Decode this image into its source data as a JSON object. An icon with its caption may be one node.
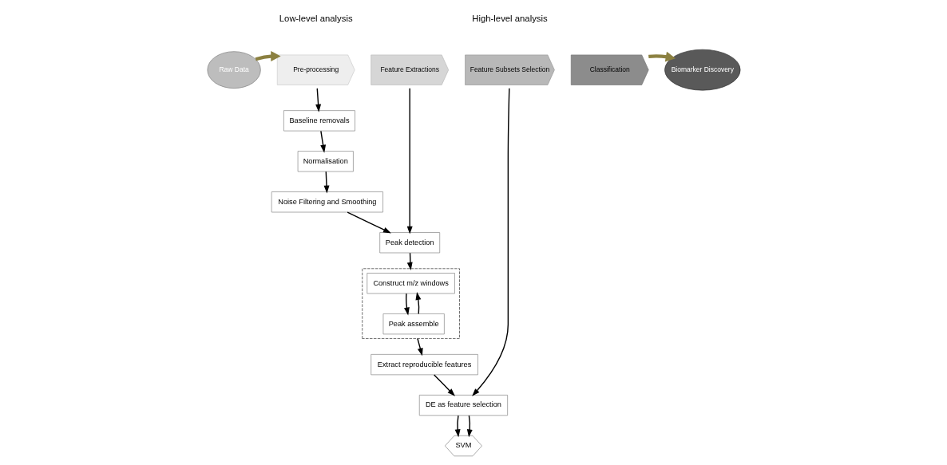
{
  "diagram": {
    "nodes": [
      {
        "text": [
          "Raw Data"
        ]
      },
      {
        "text": [
          "Pre-processing"
        ]
      },
      {
        "text": [
          "Feature Extractions"
        ]
      },
      {
        "text": [
          "Feature Subsets Selection"
        ]
      },
      {
        "text": [
          "Classification"
        ]
      },
      {
        "text": [
          "Biomarker Discovery"
        ]
      },
      {
        "text": [
          "Baseline removals"
        ]
      },
      {
        "text": [
          "Normalisation"
        ]
      },
      {
        "text": [
          "Noise Filtering and Smoothing"
        ]
      },
      {
        "text": [
          "Peak detection"
        ]
      },
      {
        "text": [],
        "shape": "box"
      },
      {
        "text": [
          "Construct m/z windows"
        ],
        "in": 10
      },
      {
        "text": [
          "Peak assemble"
        ],
        "in": 10
      },
      {
        "text": [
          "Extract reproducible features"
        ]
      },
      {
        "text": [
          "DE as feature selection"
        ]
      },
      {
        "text": [
          "SVM"
        ]
      }
    ],
    "edges": [
      {
        "from": 0,
        "to": 1,
        "arrow": "to",
        "style": "thick",
        "color": "#8b8040"
      },
      {
        "from": 4,
        "to": 5,
        "arrow": "to",
        "style": "thick",
        "color": "#8b8040"
      },
      {
        "from": 1,
        "to": 6,
        "arrow": "to"
      },
      {
        "from": 2,
        "to": 9,
        "arrow": "to"
      },
      {
        "from": 3,
        "to": 14,
        "arrow": "to"
      },
      {
        "from": 6,
        "to": 7,
        "arrow": "to"
      },
      {
        "from": 7,
        "to": 8,
        "arrow": "to"
      },
      {
        "from": 8,
        "to": 9,
        "arrow": "to"
      },
      {
        "from": 9,
        "to": 10,
        "arrow": "to"
      },
      {
        "from": 11,
        "to": 12,
        "arrow": "to"
      },
      {
        "from": 12,
        "to": 11,
        "arrow": "to"
      },
      {
        "from": 10,
        "to": 13,
        "arrow": "to"
      },
      {
        "from": 13,
        "to": 14,
        "arrow": "to"
      },
      {
        "from": 14,
        "to": 15,
        "arrow": "to"
      },
      {
        "from": 14,
        "to": 15,
        "arrow": "to"
      }
    ],
    "labels": [
      "Low-level analysis",
      "High-level analysis"
    ]
  }
}
